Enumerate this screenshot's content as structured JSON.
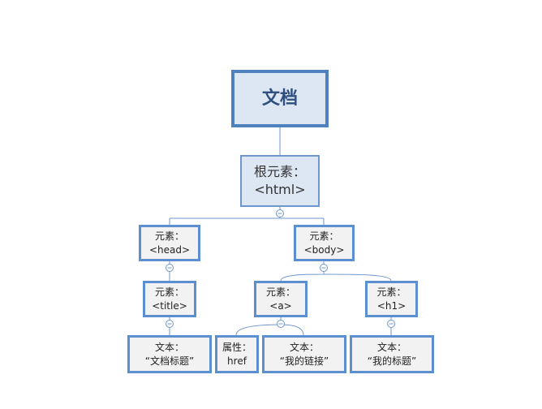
{
  "nodes": {
    "document": {
      "label": "文档"
    },
    "html": {
      "line1": "根元素：",
      "line2": "<html>"
    },
    "head": {
      "line1": "元素：",
      "line2": "<head>"
    },
    "body": {
      "line1": "元素：",
      "line2": "<body>"
    },
    "title": {
      "line1": "元素：",
      "line2": "<title>"
    },
    "a": {
      "line1": "元素：",
      "line2": "<a>"
    },
    "h1": {
      "line1": "元素：",
      "line2": "<h1>"
    },
    "title_text": {
      "line1": "文本：",
      "line2": "“文档标题”"
    },
    "href_attr": {
      "line1": "属性：",
      "line2": "href"
    },
    "a_text": {
      "line1": "文本：",
      "line2": "“我的链接”"
    },
    "h1_text": {
      "line1": "文本：",
      "line2": "“我的标题”"
    }
  },
  "colors": {
    "root_fill": "#dde6f3",
    "root_border": "#4f81bd",
    "leaf_fill": "#f2f2f2",
    "leaf_border": "#5b8fd0",
    "connector": "#6f97cc"
  },
  "icons": {
    "collapse": "collapse-minus-icon"
  }
}
